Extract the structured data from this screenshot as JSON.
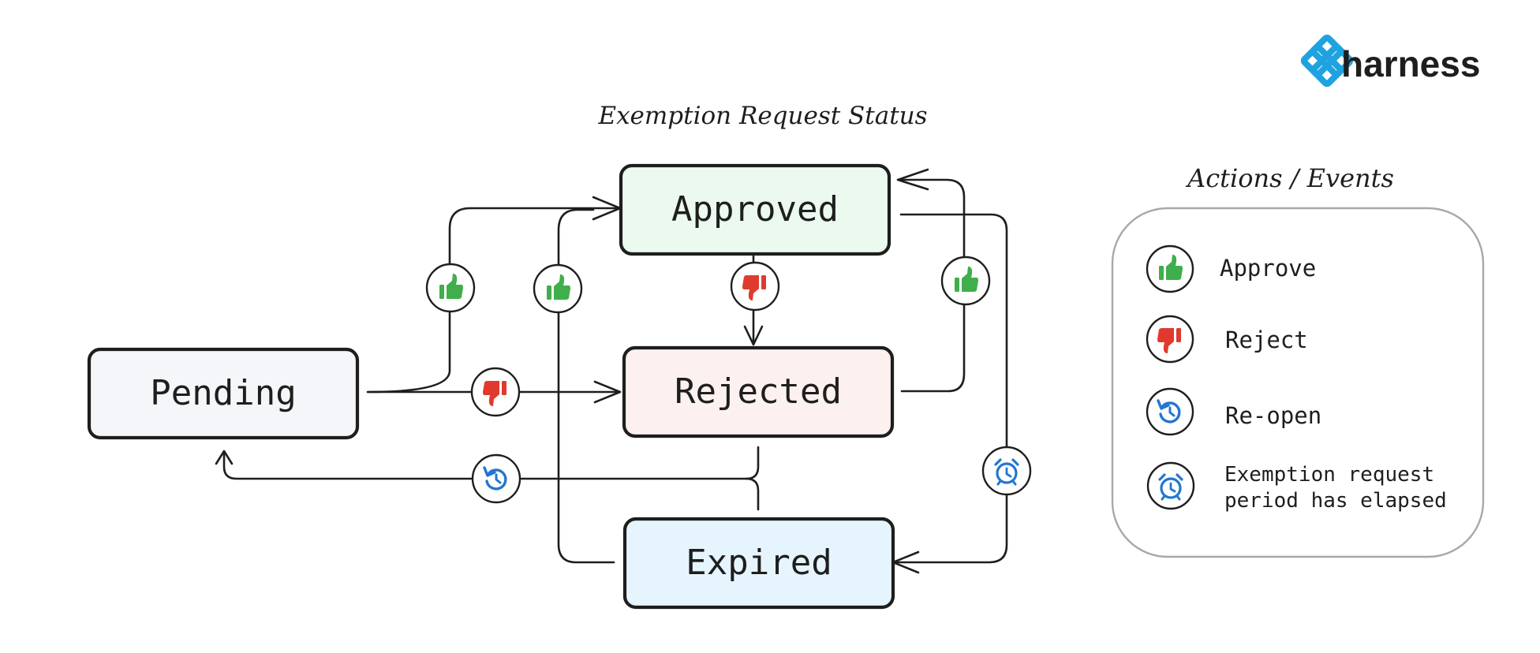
{
  "brand": {
    "name": "harness",
    "logo_color": "#1fa3e0"
  },
  "title": "Exemption Request Status",
  "states": {
    "pending": {
      "label": "Pending",
      "fill": "#f5f6f9"
    },
    "approved": {
      "label": "Approved",
      "fill": "#ebf9ee"
    },
    "rejected": {
      "label": "Rejected",
      "fill": "#fdf1ef"
    },
    "expired": {
      "label": "Expired",
      "fill": "#e6f4fd"
    }
  },
  "icons": {
    "approve": {
      "icon": "thumbs-up-icon",
      "color": "#3fae4b"
    },
    "reject": {
      "icon": "thumbs-down-icon",
      "color": "#e03a2f"
    },
    "reopen": {
      "icon": "reopen-icon",
      "color": "#2276d0"
    },
    "elapsed": {
      "icon": "alarm-clock-icon",
      "color": "#2276d0"
    }
  },
  "legend": {
    "title": "Actions / Events",
    "items": [
      {
        "icon": "thumbs-up-icon",
        "label": "Approve"
      },
      {
        "icon": "thumbs-down-icon",
        "label": "Reject"
      },
      {
        "icon": "reopen-icon",
        "label": "Re-open"
      },
      {
        "icon": "alarm-clock-icon",
        "label_line1": "Exemption request",
        "label_line2": "period has elapsed"
      }
    ]
  },
  "transitions": [
    {
      "from": "Pending",
      "to": "Approved",
      "action": "Approve"
    },
    {
      "from": "Pending",
      "to": "Rejected",
      "action": "Reject"
    },
    {
      "from": "Expired",
      "to": "Approved",
      "action": "Approve"
    },
    {
      "from": "Approved",
      "to": "Rejected",
      "action": "Reject"
    },
    {
      "from": "Rejected",
      "to": "Approved",
      "action": "Approve"
    },
    {
      "from": "Rejected",
      "to": "Pending",
      "action": "Re-open"
    },
    {
      "from": "Expired",
      "to": "Pending",
      "action": "Re-open"
    },
    {
      "from": "Approved",
      "to": "Expired",
      "action": "Exemption request period has elapsed"
    }
  ]
}
